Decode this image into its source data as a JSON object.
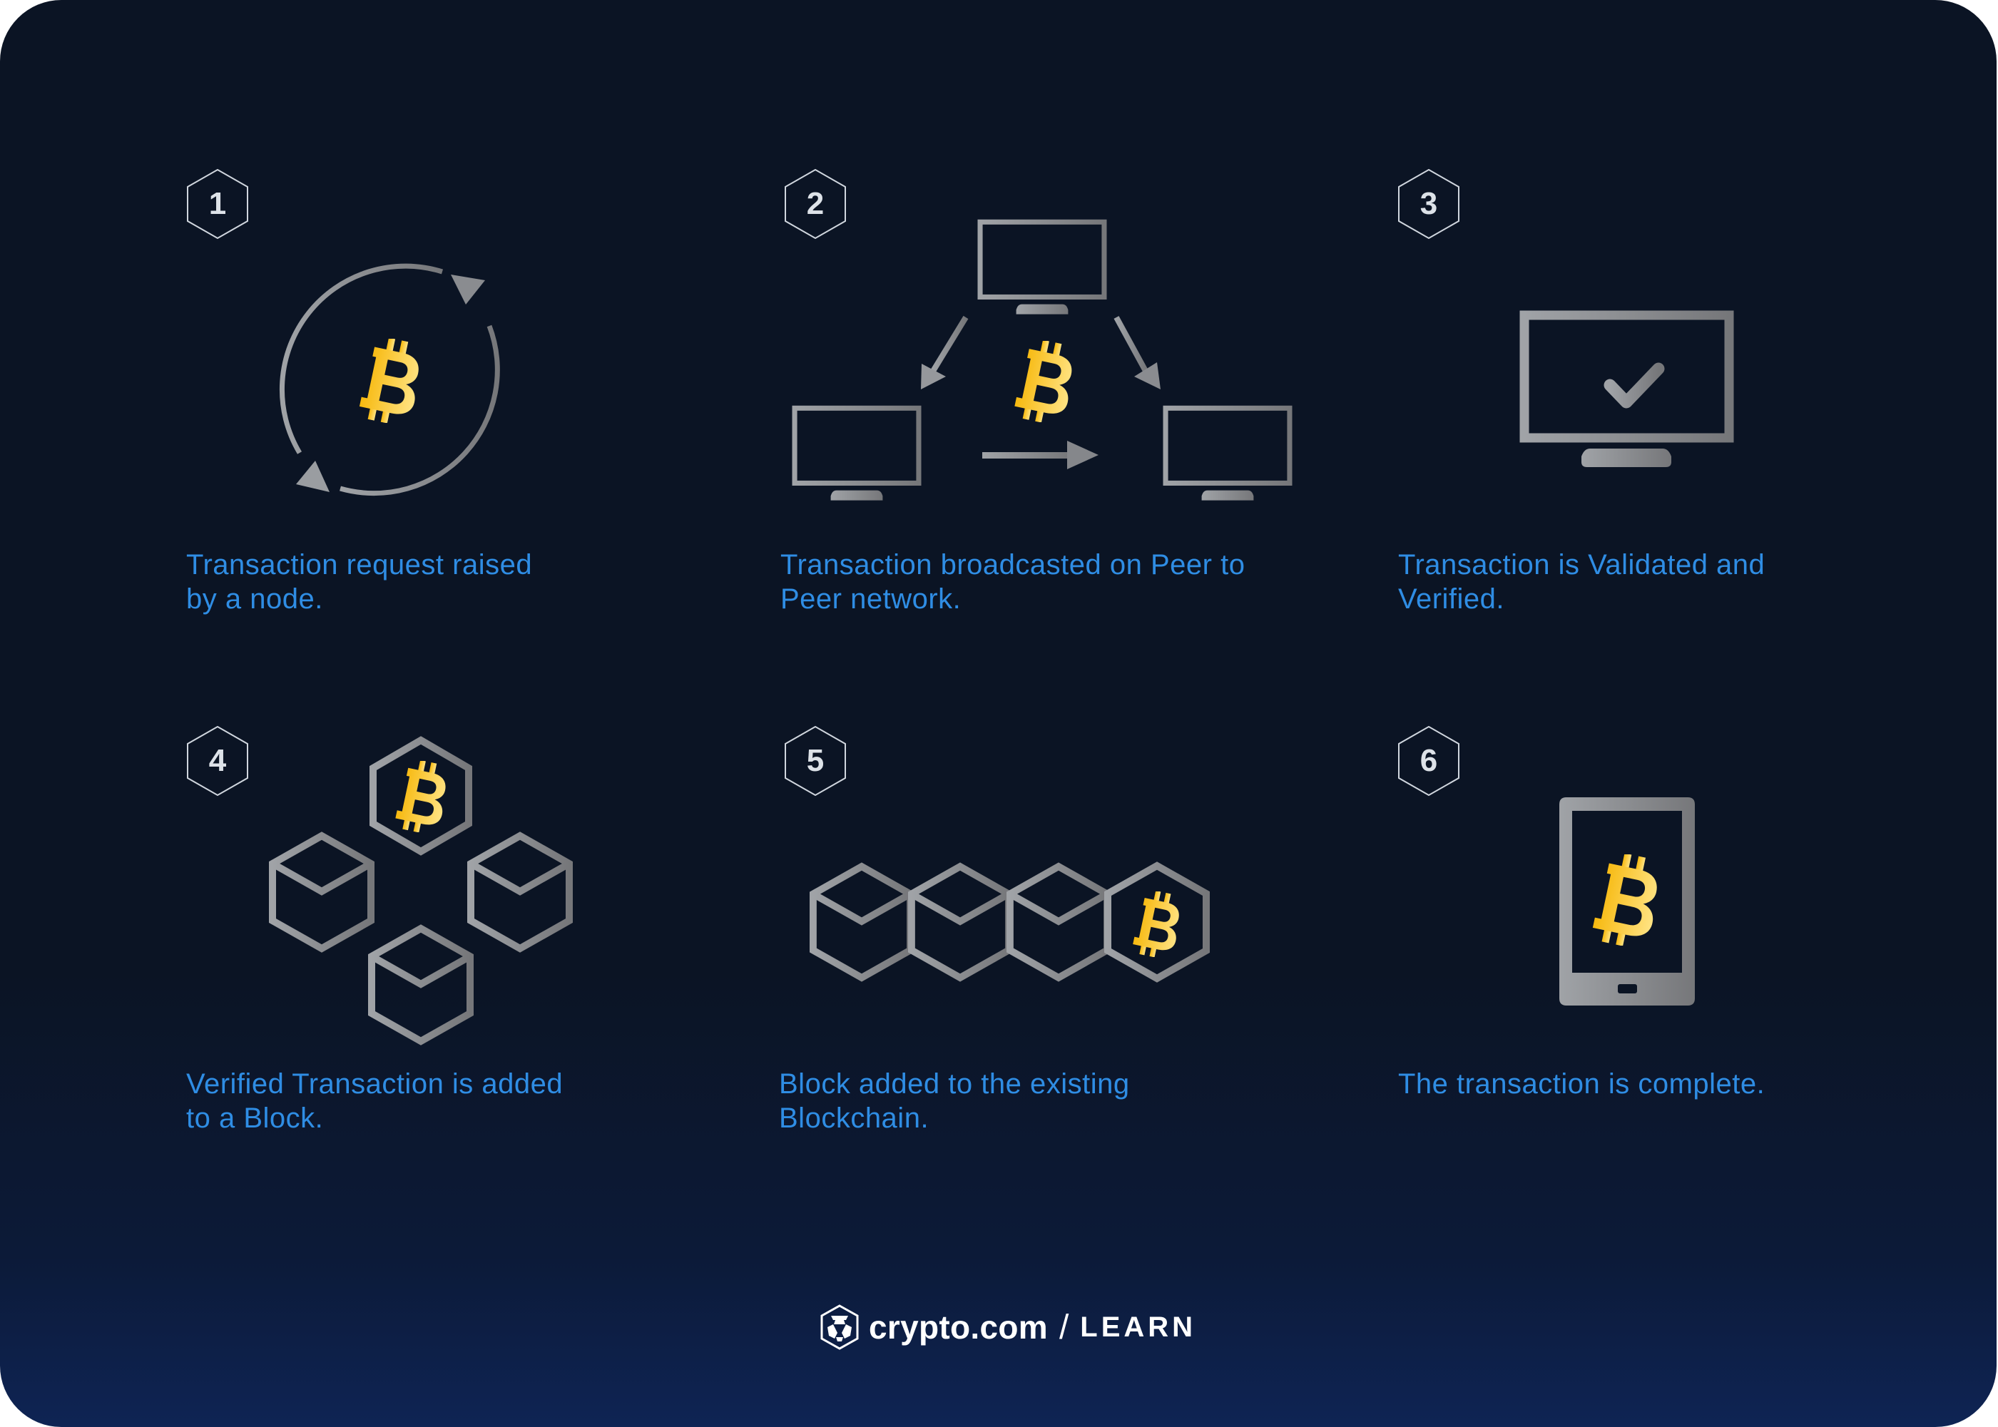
{
  "colors": {
    "background_top": "#0b1424",
    "background_bottom": "#0e2454",
    "caption_text": "#2f8de4",
    "step_number": "#dde2e8",
    "icon_gray_light": "#a0a3a7",
    "icon_gray_dark": "#76777a",
    "bitcoin_gold": "#f7b90f",
    "bitcoin_gold_light": "#ffe383"
  },
  "steps": [
    {
      "number": "1",
      "icon": "bitcoin-cycle-icon",
      "caption": "Transaction request raised\nby a node."
    },
    {
      "number": "2",
      "icon": "peer-to-peer-network-icon",
      "caption": "Transaction broadcasted on Peer to\nPeer network."
    },
    {
      "number": "3",
      "icon": "monitor-checkmark-icon",
      "caption": "Transaction is Validated and\nVerified."
    },
    {
      "number": "4",
      "icon": "block-cluster-icon",
      "caption": "Verified Transaction is added\nto a Block."
    },
    {
      "number": "5",
      "icon": "blockchain-icon",
      "caption": "Block added to the existing\nBlockchain."
    },
    {
      "number": "6",
      "icon": "mobile-bitcoin-icon",
      "caption": "The transaction is complete."
    }
  ],
  "footer": {
    "brand": "crypto.com",
    "separator": "/",
    "section": "LEARN"
  }
}
